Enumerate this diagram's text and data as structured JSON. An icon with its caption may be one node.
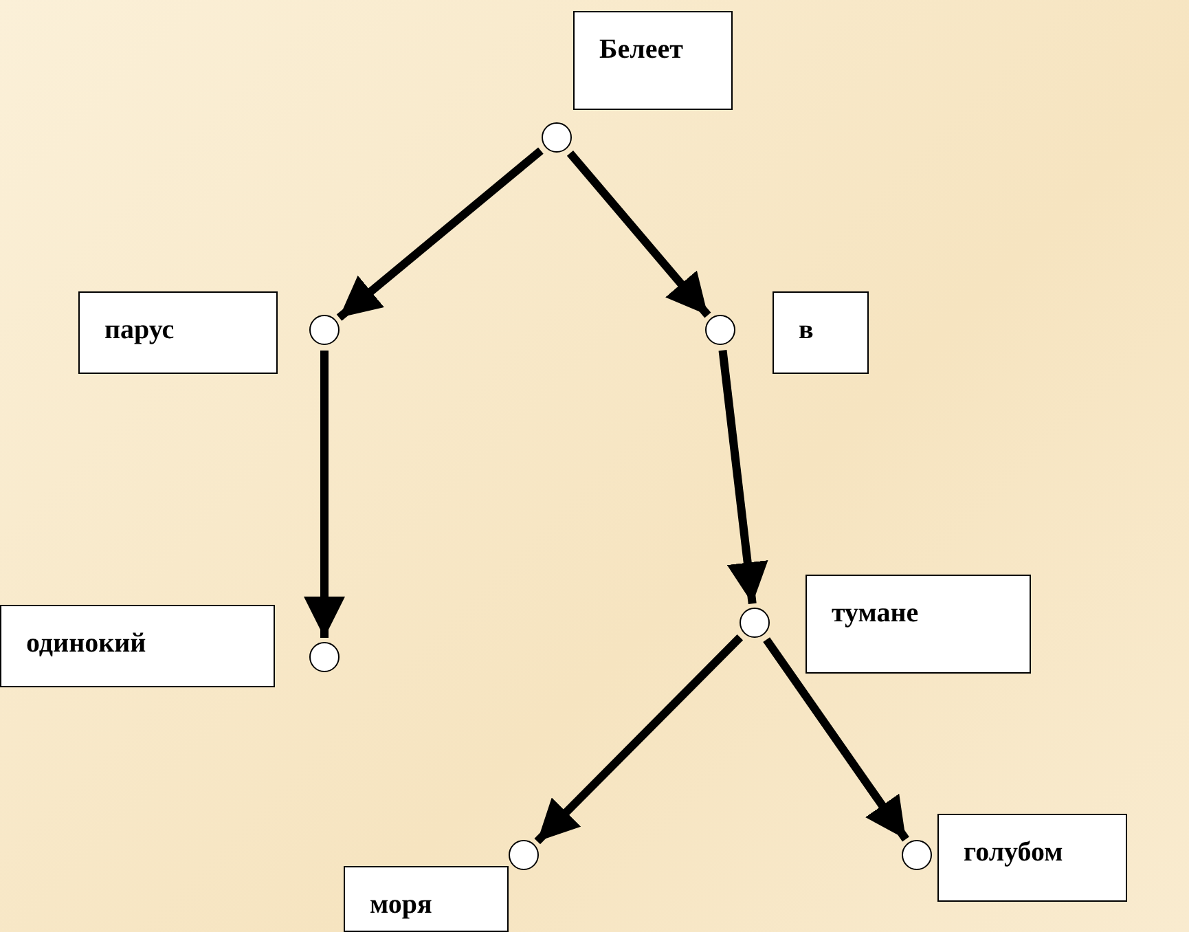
{
  "diagram": {
    "nodes": [
      {
        "text": [
          "Белеет"
        ]
      },
      {
        "text": [],
        "shape": "circle"
      },
      {
        "text": [
          "парус"
        ]
      },
      {
        "text": [],
        "shape": "circle"
      },
      {
        "text": [
          "в"
        ]
      },
      {
        "text": [],
        "shape": "circle"
      },
      {
        "text": [
          "одинокий"
        ]
      },
      {
        "text": [],
        "shape": "circle"
      },
      {
        "text": [
          "тумане"
        ]
      },
      {
        "text": [],
        "shape": "circle"
      },
      {
        "text": [
          "моря"
        ]
      },
      {
        "text": [],
        "shape": "circle"
      },
      {
        "text": [
          "голубом"
        ]
      },
      {
        "text": [],
        "shape": "circle"
      }
    ],
    "edges": [
      {
        "from": 1,
        "to": 3,
        "arrow": "to"
      },
      {
        "from": 1,
        "to": 5,
        "arrow": "to"
      },
      {
        "from": 3,
        "to": 7,
        "arrow": "to"
      },
      {
        "from": 5,
        "to": 9,
        "arrow": "to"
      },
      {
        "from": 9,
        "to": 11,
        "arrow": "to"
      },
      {
        "from": 9,
        "to": 13,
        "arrow": "to"
      }
    ]
  }
}
